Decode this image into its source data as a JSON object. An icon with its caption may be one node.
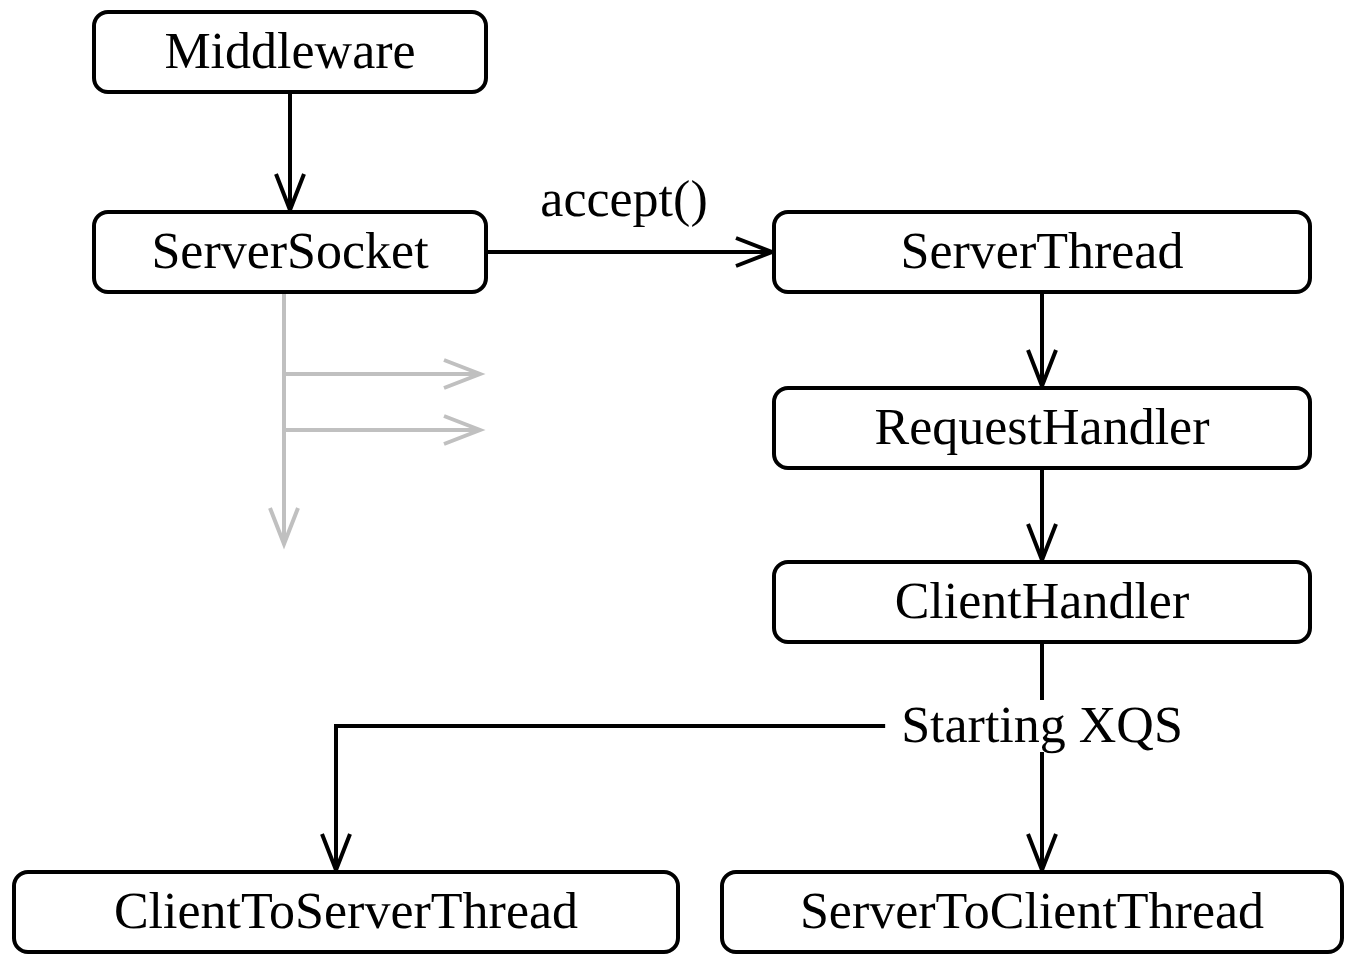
{
  "diagram": {
    "nodes": [
      {
        "text": [
          "Middleware"
        ]
      },
      {
        "text": [
          "ServerSocket"
        ]
      },
      {
        "text": [
          "ServerThread"
        ]
      },
      {
        "text": [
          "RequestHandler"
        ]
      },
      {
        "text": [
          "ClientHandler"
        ]
      },
      {
        "text": [
          "ClientToServerThread"
        ]
      },
      {
        "text": [
          "ServerToClientThread"
        ]
      }
    ],
    "edges": [
      {
        "from": 0,
        "to": 1,
        "arrow": "to"
      },
      {
        "from": 1,
        "to": 2,
        "arrow": "to",
        "label": "accept()"
      },
      {
        "from": 2,
        "to": 3,
        "arrow": "to"
      },
      {
        "from": 3,
        "to": 4,
        "arrow": "to"
      },
      {
        "from": 4,
        "to": 5,
        "arrow": "to"
      },
      {
        "from": 4,
        "to": 6,
        "arrow": "to",
        "label": "Starting XQS"
      },
      {
        "from": 1,
        "to": null,
        "arrow": "to",
        "color": "#c0c0c0"
      },
      {
        "from": 1,
        "to": null,
        "arrow": "to",
        "color": "#c0c0c0"
      },
      {
        "from": 1,
        "to": null,
        "arrow": "to",
        "color": "#c0c0c0"
      }
    ]
  }
}
